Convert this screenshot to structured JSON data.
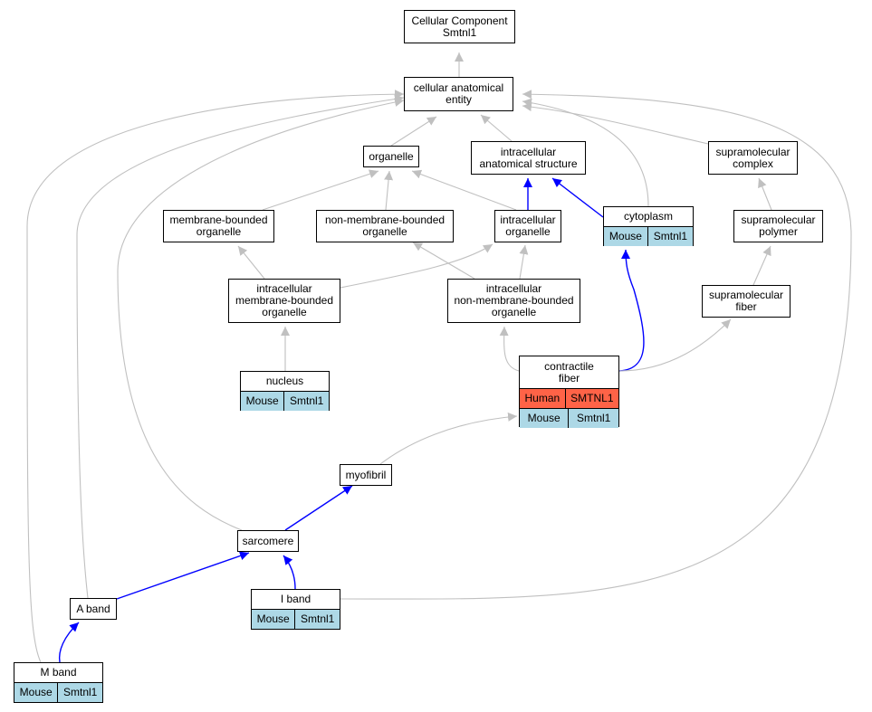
{
  "colors": {
    "edge_gray": "#c0c0c0",
    "edge_blue": "#0000ff",
    "mouse_fill": "#add8e6",
    "human_fill": "#ff6347"
  },
  "nodes": {
    "root": {
      "label": "Cellular Component\nSmtnl1"
    },
    "cae": {
      "label": "cellular anatomical\nentity"
    },
    "organelle": {
      "label": "organelle"
    },
    "ias": {
      "label": "intracellular\nanatomical structure"
    },
    "suprac": {
      "label": "supramolecular\ncomplex"
    },
    "mbo": {
      "label": "membrane-bounded\norganelle"
    },
    "nmbo": {
      "label": "non-membrane-bounded\norganelle"
    },
    "io": {
      "label": "intracellular\norganelle"
    },
    "cytoplasm": {
      "label": "cytoplasm",
      "rows": [
        [
          "Mouse",
          "Smtnl1"
        ]
      ]
    },
    "suprap": {
      "label": "supramolecular\npolymer"
    },
    "imbo": {
      "label": "intracellular\nmembrane-bounded\norganelle"
    },
    "inmbo": {
      "label": "intracellular\nnon-membrane-bounded\norganelle"
    },
    "supraf": {
      "label": "supramolecular\nfiber"
    },
    "nucleus": {
      "label": "nucleus",
      "rows": [
        [
          "Mouse",
          "Smtnl1"
        ]
      ]
    },
    "cfiber": {
      "label": "contractile\nfiber",
      "rows": [
        [
          "Human",
          "SMTNL1"
        ],
        [
          "Mouse",
          "Smtnl1"
        ]
      ]
    },
    "myofibril": {
      "label": "myofibril"
    },
    "sarcomere": {
      "label": "sarcomere"
    },
    "aband": {
      "label": "A band"
    },
    "iband": {
      "label": "I band",
      "rows": [
        [
          "Mouse",
          "Smtnl1"
        ]
      ]
    },
    "mband": {
      "label": "M band",
      "rows": [
        [
          "Mouse",
          "Smtnl1"
        ]
      ]
    }
  },
  "edges": [
    [
      "cae",
      "root",
      "gray"
    ],
    [
      "organelle",
      "cae",
      "gray"
    ],
    [
      "ias",
      "cae",
      "gray"
    ],
    [
      "suprac",
      "cae",
      "gray"
    ],
    [
      "cytoplasm",
      "cae",
      "gray"
    ],
    [
      "sarcomere",
      "cae",
      "gray"
    ],
    [
      "aband",
      "cae",
      "gray"
    ],
    [
      "mband",
      "cae",
      "gray"
    ],
    [
      "iband",
      "cae",
      "gray"
    ],
    [
      "mbo",
      "organelle",
      "gray"
    ],
    [
      "nmbo",
      "organelle",
      "gray"
    ],
    [
      "io",
      "organelle",
      "gray"
    ],
    [
      "io",
      "ias",
      "blue"
    ],
    [
      "cytoplasm",
      "ias",
      "blue"
    ],
    [
      "suprap",
      "suprac",
      "gray"
    ],
    [
      "imbo",
      "mbo",
      "gray"
    ],
    [
      "inmbo",
      "nmbo",
      "gray"
    ],
    [
      "imbo",
      "io",
      "gray"
    ],
    [
      "inmbo",
      "io",
      "gray"
    ],
    [
      "supraf",
      "suprap",
      "gray"
    ],
    [
      "nucleus",
      "imbo",
      "gray"
    ],
    [
      "cfiber",
      "inmbo",
      "gray"
    ],
    [
      "cfiber",
      "cytoplasm",
      "blue"
    ],
    [
      "cfiber",
      "supraf",
      "gray"
    ],
    [
      "myofibril",
      "cfiber",
      "gray"
    ],
    [
      "sarcomere",
      "myofibril",
      "blue"
    ],
    [
      "aband",
      "sarcomere",
      "blue"
    ],
    [
      "iband",
      "sarcomere",
      "blue"
    ],
    [
      "mband",
      "aband",
      "blue"
    ]
  ]
}
